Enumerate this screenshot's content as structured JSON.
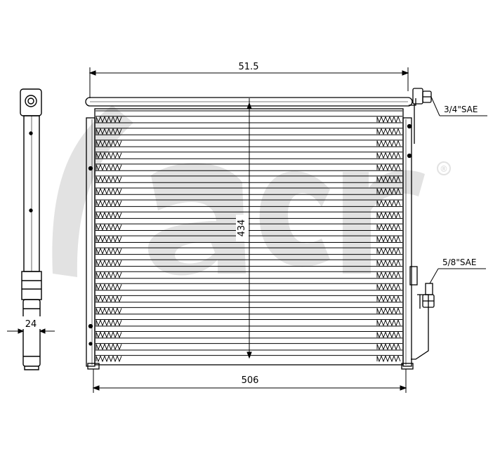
{
  "watermark": {
    "brand": "acr",
    "registered": "®",
    "color": "#e2e2e2"
  },
  "dimensions": {
    "width_top": "51.5",
    "width_bottom": "506",
    "height": "434",
    "side_depth": "24"
  },
  "fittings": {
    "inlet": "3/4\"SAE",
    "outlet": "5/8\"SAE"
  },
  "line_color": "#000000"
}
